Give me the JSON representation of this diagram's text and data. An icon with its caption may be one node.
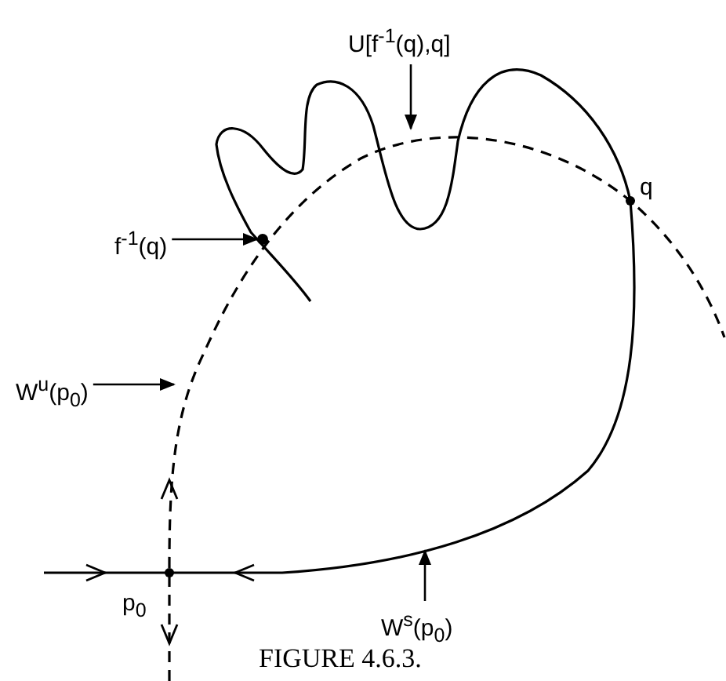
{
  "diagram": {
    "caption": "FIGURE 4.6.3.",
    "nodes": [
      {
        "text": [
          "U[f$^{-1}$(q),q]"
        ]
      },
      {
        "text": [
          "f$^{-1}$(q)"
        ]
      },
      {
        "text": [
          "W$^{u}$(p$_{0}$)"
        ]
      },
      {
        "text": [
          "W$^{s}$(p$_{0}$)"
        ]
      },
      {
        "text": [],
        "shape": "circle"
      }
    ],
    "edges": [
      {
        "from": 0,
        "to": null,
        "arrow": "to"
      },
      {
        "from": 1,
        "to": 4,
        "arrow": "to"
      },
      {
        "from": 2,
        "to": null,
        "arrow": "to"
      },
      {
        "from": 3,
        "to": null,
        "arrow": "to"
      }
    ],
    "labels": [
      "q",
      "p$_{0}$"
    ]
  }
}
